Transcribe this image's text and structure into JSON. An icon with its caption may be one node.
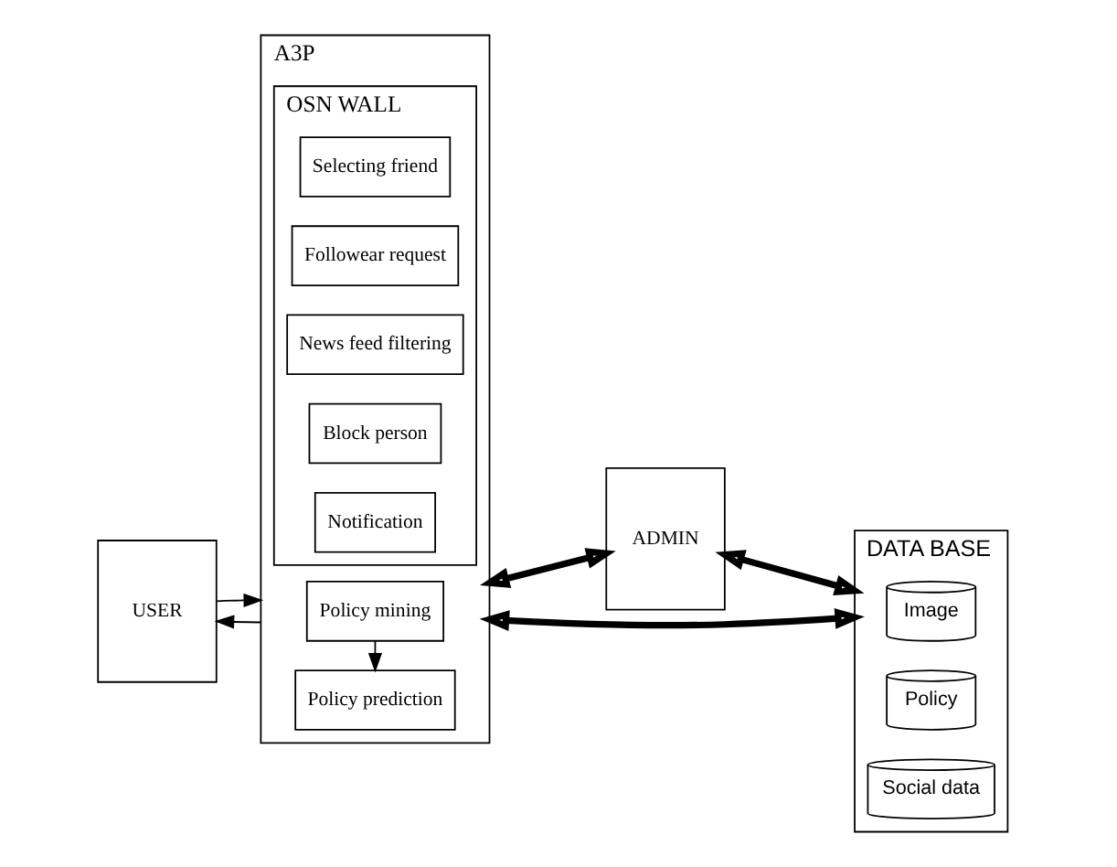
{
  "diagram": {
    "nodes": [
      {
        "text": [
          "USER"
        ]
      },
      {
        "text": [
          "A3P"
        ]
      },
      {
        "text": [
          "Policy mining"
        ],
        "in": 1
      },
      {
        "text": [
          "Policy prediction"
        ],
        "in": 1
      },
      {
        "text": [
          "OSN WALL"
        ],
        "in": 1
      },
      {
        "text": [
          "Selecting friend"
        ],
        "in": 4
      },
      {
        "text": [
          "Followear request"
        ],
        "in": 4
      },
      {
        "text": [
          "News feed filtering"
        ],
        "in": 4
      },
      {
        "text": [
          "Block person"
        ],
        "in": 4
      },
      {
        "text": [
          "Notification"
        ],
        "in": 4
      },
      {
        "text": [
          "ADMIN"
        ]
      },
      {
        "text": [
          "DATA BASE"
        ]
      },
      {
        "text": [
          "Image"
        ],
        "in": 11
      },
      {
        "text": [
          "Policy"
        ],
        "in": 11
      },
      {
        "text": [
          "Social data"
        ],
        "in": 11
      }
    ],
    "edges": [
      {
        "from": 0,
        "to": 1,
        "arrow": "to"
      },
      {
        "from": 1,
        "to": 0,
        "arrow": "to"
      },
      {
        "from": 2,
        "to": 3,
        "arrow": "to"
      },
      {
        "from": 1,
        "to": 10,
        "arrow": "both",
        "style": "thick"
      },
      {
        "from": 10,
        "to": 11,
        "arrow": "both",
        "style": "thick"
      },
      {
        "from": 1,
        "to": 11,
        "arrow": "both",
        "style": "thick"
      }
    ]
  }
}
